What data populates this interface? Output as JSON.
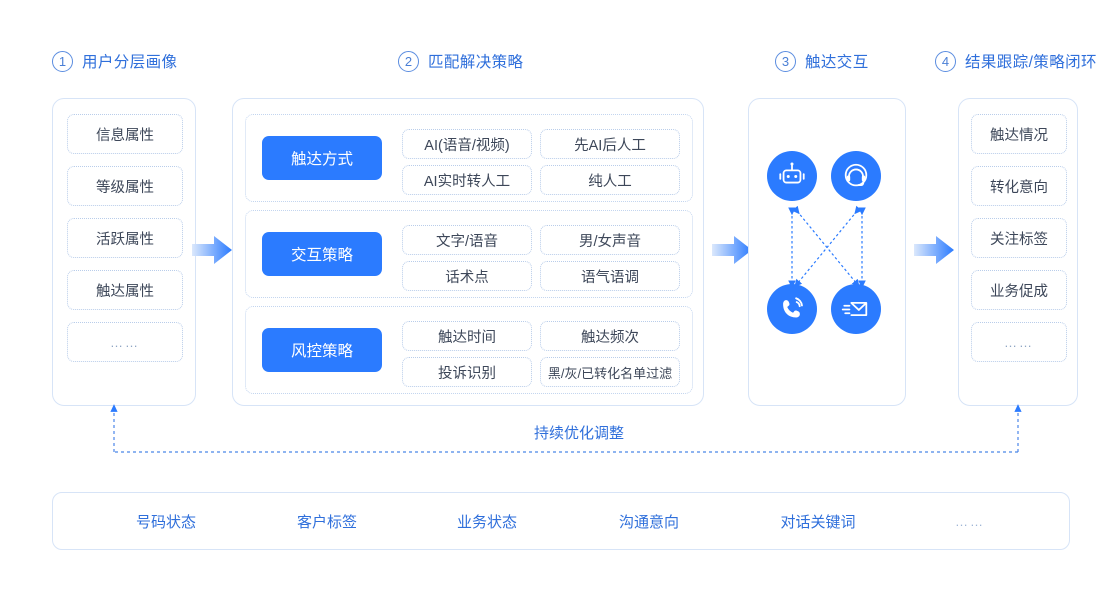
{
  "sections": [
    {
      "num": "1",
      "title": "用户分层画像"
    },
    {
      "num": "2",
      "title": "匹配解决策略"
    },
    {
      "num": "3",
      "title": "触达交互"
    },
    {
      "num": "4",
      "title": "结果跟踪/策略闭环"
    }
  ],
  "column1": {
    "items": [
      "信息属性",
      "等级属性",
      "活跃属性",
      "触达属性",
      "……"
    ]
  },
  "column2": {
    "groups": [
      {
        "label": "触达方式",
        "options": [
          "AI(语音/视频)",
          "先AI后人工",
          "AI实时转人工",
          "纯人工"
        ]
      },
      {
        "label": "交互策略",
        "options": [
          "文字/语音",
          "男/女声音",
          "话术点",
          "语气语调"
        ]
      },
      {
        "label": "风控策略",
        "options": [
          "触达时间",
          "触达频次",
          "投诉识别",
          "黑/灰/已转化名单过滤"
        ]
      }
    ]
  },
  "column3": {
    "channels": [
      {
        "icon": "robot-icon",
        "name": "ai-robot-channel"
      },
      {
        "icon": "headset-icon",
        "name": "human-agent-channel"
      },
      {
        "icon": "phone-icon",
        "name": "voice-call-channel"
      },
      {
        "icon": "mail-icon",
        "name": "message-channel"
      }
    ]
  },
  "column4": {
    "items": [
      "触达情况",
      "转化意向",
      "关注标签",
      "业务促成",
      "……"
    ]
  },
  "feedback": {
    "label": "持续优化调整"
  },
  "bottom": {
    "items": [
      "号码状态",
      "客户标签",
      "业务状态",
      "沟通意向",
      "对话关键词",
      "……"
    ]
  },
  "colors": {
    "accent": "#2b7bff",
    "title": "#2f6fdb",
    "panel_border": "#d7e4f7",
    "pill_border": "#b9cdea",
    "text": "#3d4759"
  }
}
